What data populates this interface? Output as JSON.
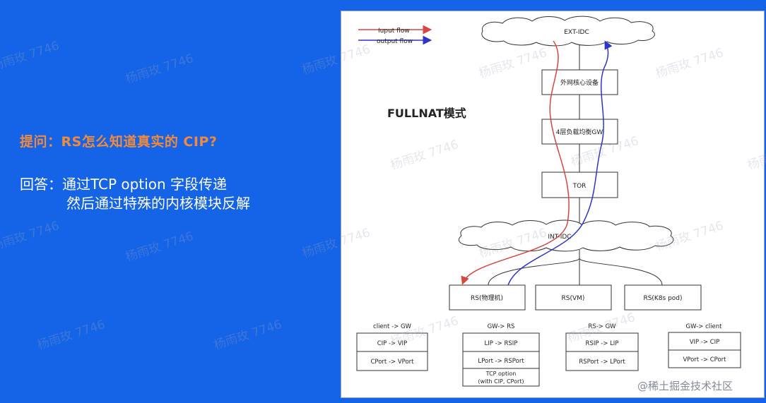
{
  "question": "提问：RS怎么知道真实的 CIP?",
  "answer_line1": "回答：通过TCP option 字段传递",
  "answer_line2": "然后通过特殊的内核模块反解",
  "title": "FULLNAT模式",
  "legend": {
    "input": "Iuput flow",
    "output": "output flow",
    "input_color": "#d9453f",
    "output_color": "#2c35c8"
  },
  "nodes": {
    "ext_idc": "EXT-IDC",
    "core": "外网核心设备",
    "gw": "4层负载均衡GW",
    "tor": "TOR",
    "int_idc": "INT-IDC",
    "rs_physical": "RS(物理机)",
    "rs_vm": "RS(VM)",
    "rs_k8s": "RS(K8s pod)"
  },
  "tables": [
    {
      "title": "client -> GW",
      "rows": [
        "CIP -> VIP",
        "CPort -> VPort"
      ]
    },
    {
      "title": "GW-> RS",
      "rows": [
        "LIP -> RSIP",
        "LPort -> RSPort",
        "TCP option\n(with CIP, CPort)"
      ]
    },
    {
      "title": "RS-> GW",
      "rows": [
        "RSIP -> LIP",
        "RSPort -> LPort"
      ]
    },
    {
      "title": "GW-> client",
      "rows": [
        "VIP -> CIP",
        "VPort -> CPort"
      ]
    }
  ],
  "watermark": "杨雨玫 7746",
  "credit": "@稀土掘金技术社区"
}
